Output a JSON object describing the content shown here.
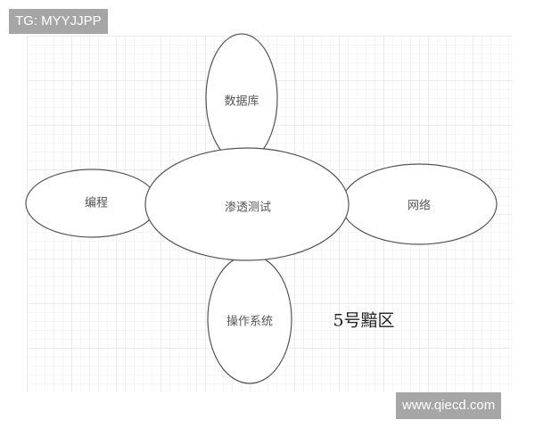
{
  "watermarks": {
    "top_left": "TG: MYYJJPP",
    "bottom_right": "www.qiecd.com"
  },
  "diagram": {
    "center_node": {
      "label": "渗透测试"
    },
    "nodes": [
      {
        "id": "top",
        "label": "数据库"
      },
      {
        "id": "left",
        "label": "编程"
      },
      {
        "id": "right",
        "label": "网络"
      },
      {
        "id": "bottom",
        "label": "操作系统"
      }
    ],
    "caption": "5号黯区"
  },
  "colors": {
    "stroke": "#555555",
    "grid": "#ebebeb",
    "watermark_bg": "#a6a6a6"
  }
}
